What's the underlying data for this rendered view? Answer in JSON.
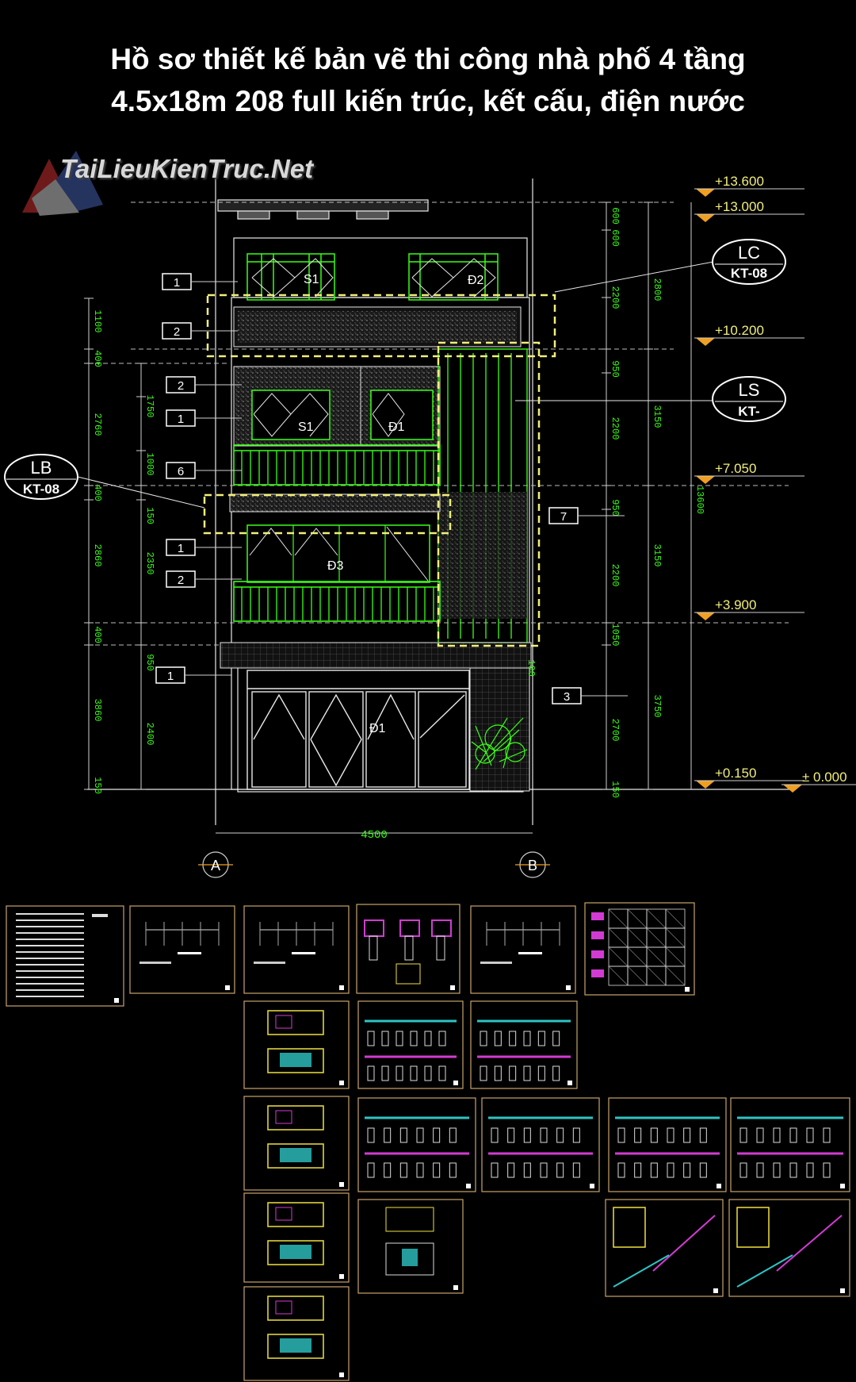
{
  "title": {
    "line1": "Hồ sơ thiết kế bản vẽ thi công nhà phố 4 tầng",
    "line2": "4.5x18m 208 full kiến trúc, kết cấu, điện nước"
  },
  "watermark": "TaiLieuKienTruc.Net",
  "elevations": [
    {
      "label": "+13.600"
    },
    {
      "label": "+13.000"
    },
    {
      "label": "+10.200"
    },
    {
      "label": "+7.050"
    },
    {
      "label": "+3.900"
    },
    {
      "label": "+0.150"
    },
    {
      "label": "± 0.000"
    }
  ],
  "callouts": {
    "lc": {
      "top": "LC",
      "bottom": "KT-08"
    },
    "ls": {
      "top": "LS",
      "bottom": "KT-"
    },
    "lb": {
      "top": "LB",
      "bottom": "KT-08"
    }
  },
  "tags": [
    "1",
    "2",
    "2",
    "1",
    "6",
    "1",
    "2",
    "1",
    "7",
    "3"
  ],
  "doors": {
    "s1": "S1",
    "d2": "Đ2",
    "s1b": "S1",
    "d1": "Đ1",
    "d3": "Đ3",
    "d1b": "Đ1"
  },
  "dims": {
    "left": [
      "1100",
      "400",
      "2760",
      "400",
      "2860",
      "400",
      "3860",
      "150"
    ],
    "left_inner": [
      "1750",
      "1000",
      "150",
      "2350",
      "950",
      "2400"
    ],
    "right_inner": [
      "600",
      "600",
      "2200",
      "950",
      "2200",
      "950",
      "2200",
      "1050",
      "2700",
      "150"
    ],
    "right_outer": [
      "2800",
      "3150",
      "3150",
      "3750",
      "13600"
    ],
    "bottom": "4500",
    "small": "100"
  },
  "grid_axes": [
    "A",
    "B"
  ],
  "colors": {
    "green": "#39ff14",
    "yellow": "#f2ee7a",
    "orange": "#f0a020",
    "white": "#ffffff"
  }
}
